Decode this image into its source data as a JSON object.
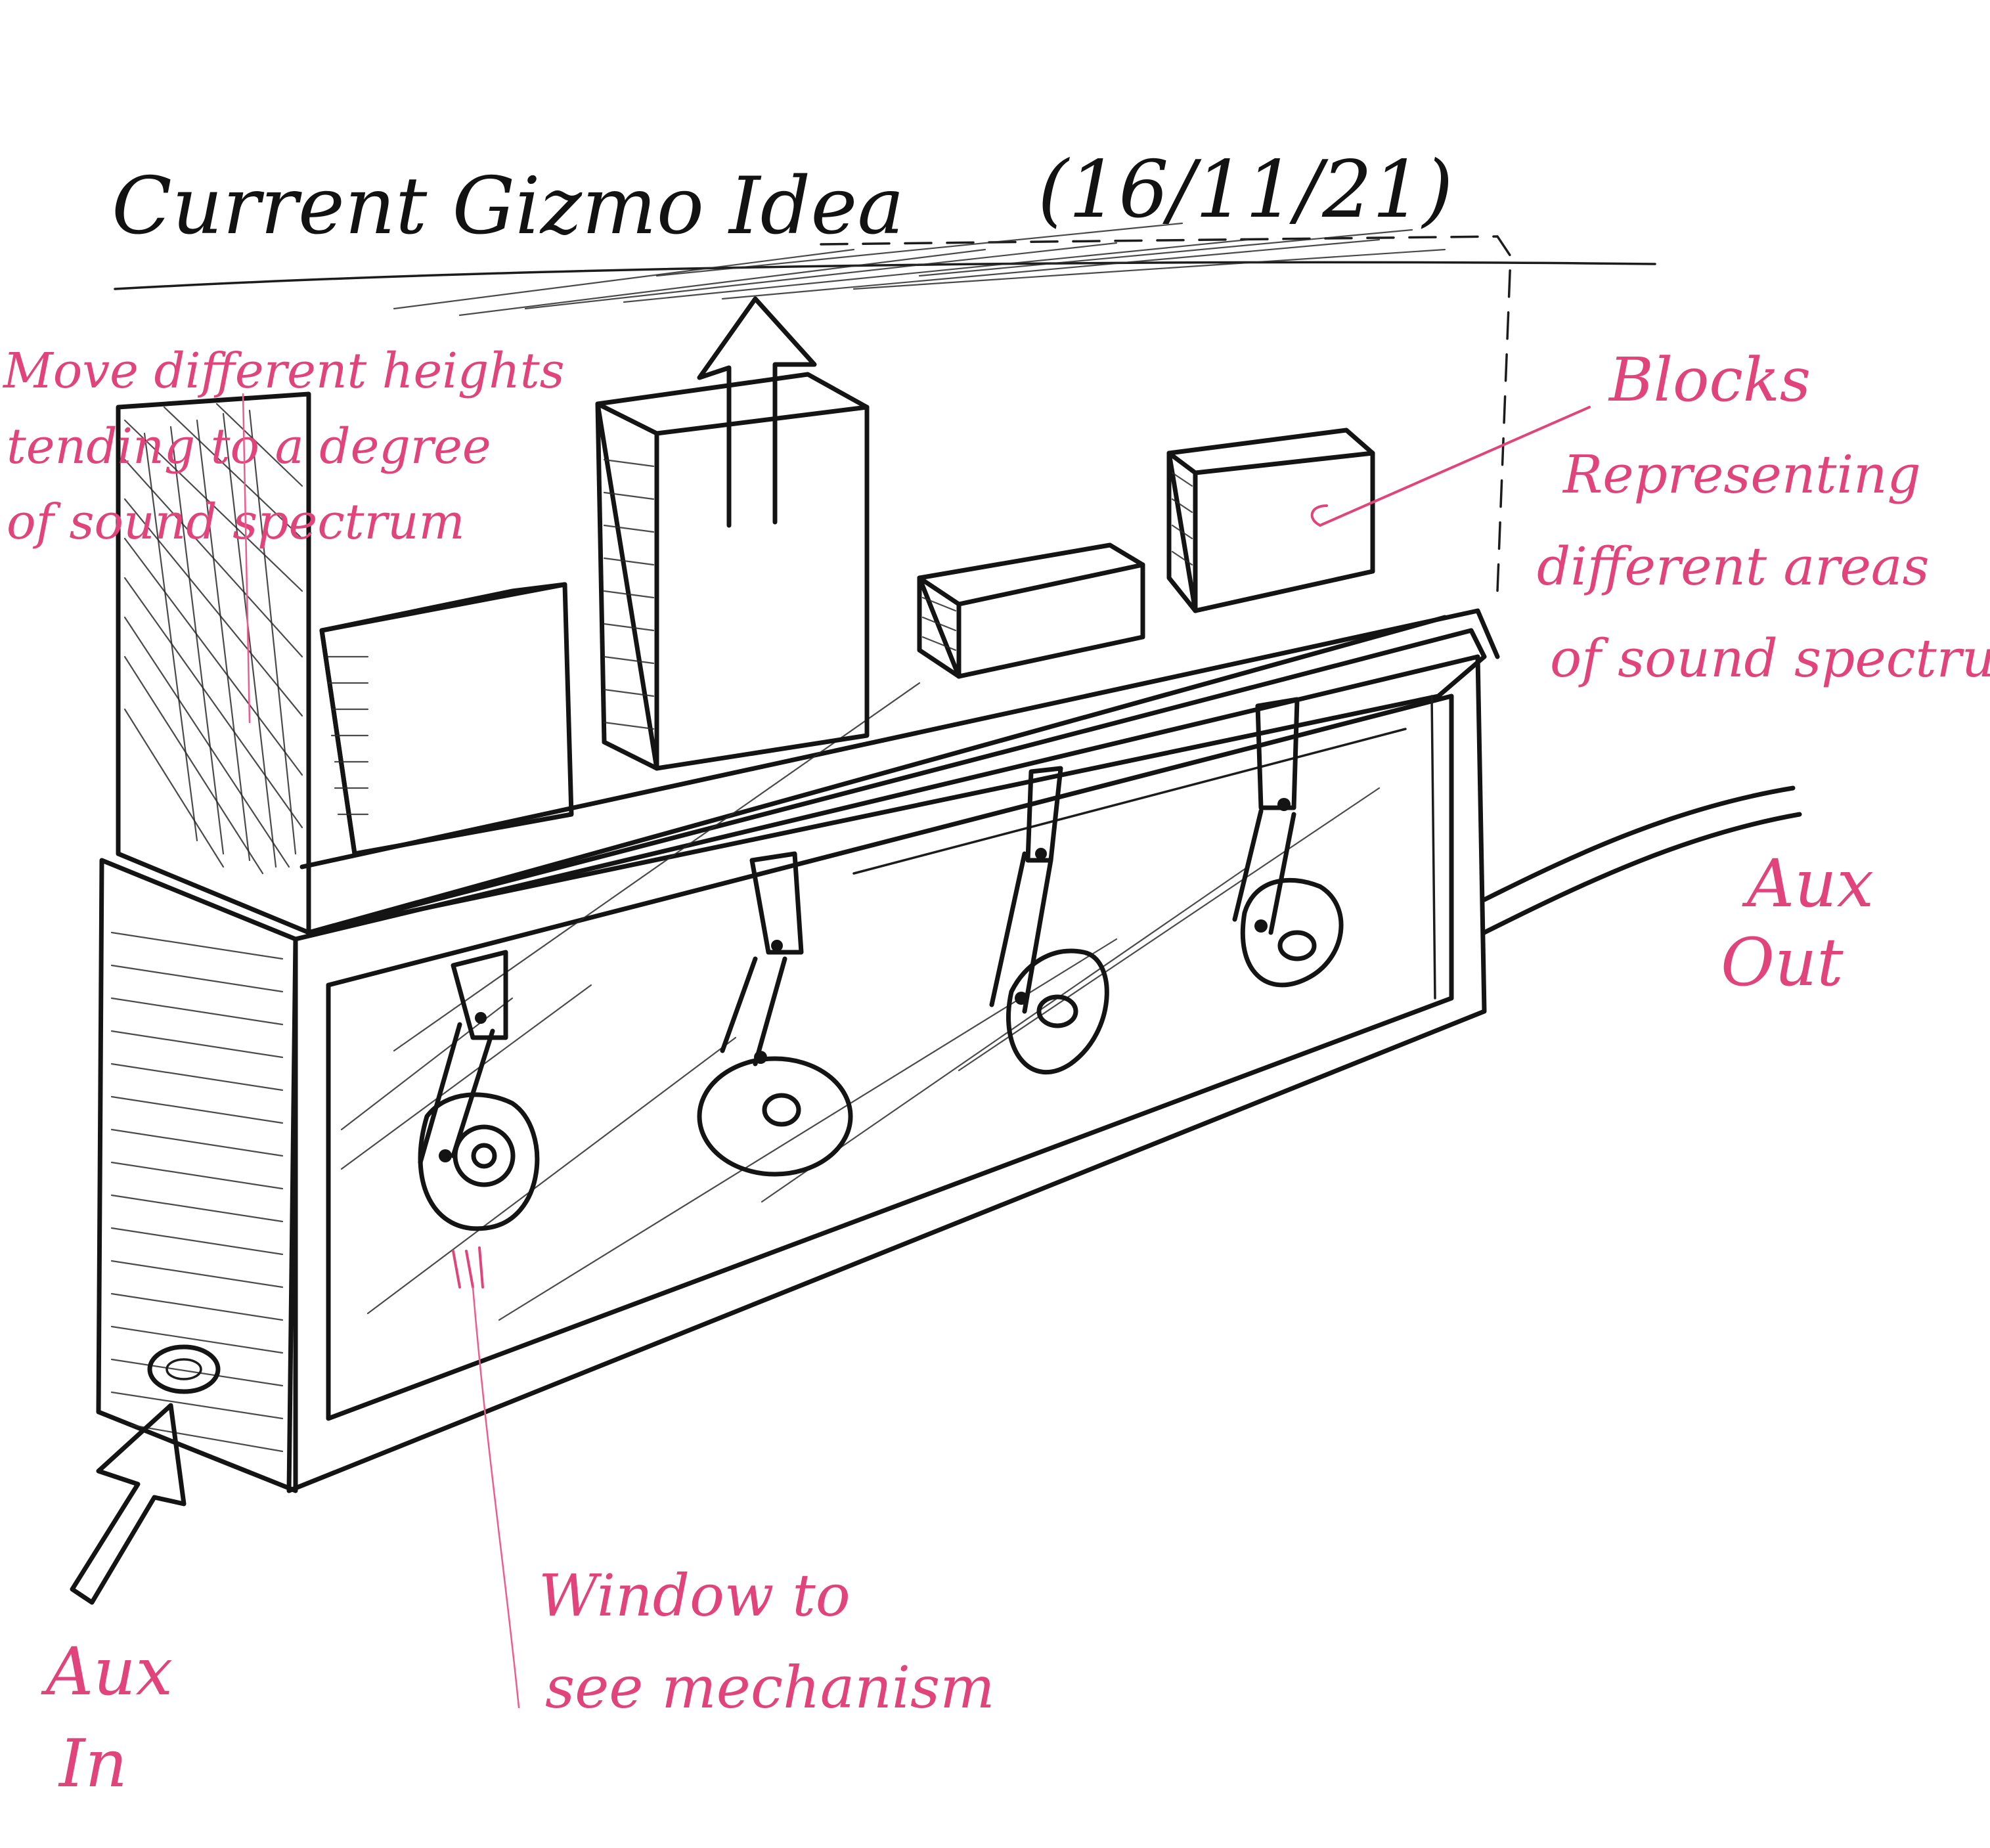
{
  "title": "Current Gizmo Idea",
  "date": "(16/11/21)",
  "annotations": {
    "left_note": [
      "Move different heights",
      "tending to a degree",
      "of sound spectrum"
    ],
    "blocks_note": [
      "Blocks",
      "Representing",
      "different areas",
      "of sound spectrum"
    ],
    "aux_out": [
      "Aux",
      "Out"
    ],
    "aux_in": [
      "Aux",
      "In"
    ],
    "window_note": [
      "Window to",
      "see mechanism"
    ]
  },
  "colors": {
    "ink": "#141414",
    "annotation": "#e0447a",
    "paper": "#ffffff"
  }
}
